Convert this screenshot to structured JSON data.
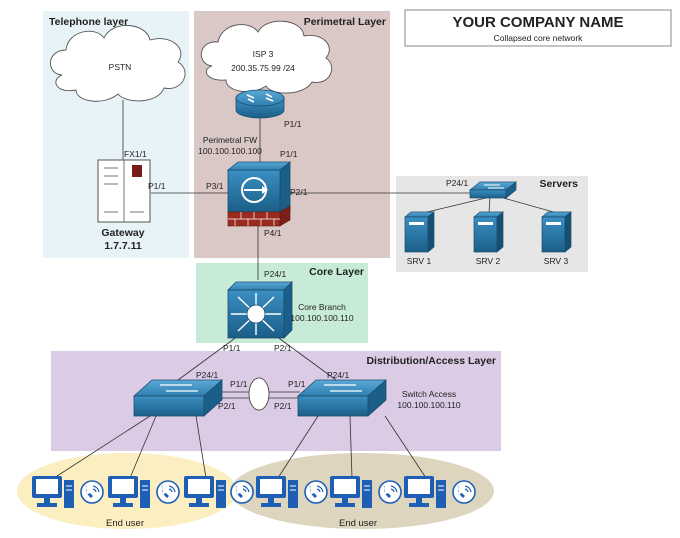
{
  "company": {
    "name": "YOUR COMPANY NAME",
    "subtitle": "Collapsed core network"
  },
  "zones": {
    "telephone": "Telephone layer",
    "perimetral": "Perimetral Layer",
    "core": "Core Layer",
    "distribution": "Distribution/Access Layer",
    "servers": "Servers"
  },
  "pstn": {
    "label": "PSTN"
  },
  "isp": {
    "name": "ISP 3",
    "address": "200.35.75.99 /24"
  },
  "firewall": {
    "name": "Perimetral FW",
    "address": "100.100.100.100"
  },
  "gateway": {
    "name": "Gateway",
    "address": "1.7.7.11"
  },
  "core_switch": {
    "name": "Core Branch",
    "address": "100.100.100.110"
  },
  "access_switch": {
    "name": "Switch Access",
    "address": "100.100.100.110"
  },
  "servers": [
    "SRV 1",
    "SRV 2",
    "SRV 3"
  ],
  "end_users": [
    "End user",
    "End user"
  ],
  "ports": {
    "gateway_fx": "FX1/1",
    "gateway_p1": "P1/1",
    "router_p1": "P1/1",
    "fw_p1": "P1/1",
    "fw_p3": "P3/1",
    "fw_p2": "P2/1",
    "fw_p4": "P4/1",
    "srv_switch_p24": "P24/1",
    "core_p24": "P24/1",
    "core_p1": "P1/1",
    "core_p2": "P2/1",
    "sw1_p24": "P24/1",
    "sw1_p1": "P1/1",
    "sw1_p2": "P2/1",
    "sw2_p1": "P1/1",
    "sw2_p24": "P24/1",
    "sw2_p2": "P2/1"
  },
  "colors": {
    "telephone_zone": "#e8f3f8",
    "perimetral_zone": "#d9c8c6",
    "core_zone": "#c7ebd6",
    "distribution_zone": "#dccbe4",
    "servers_zone": "#e6e6e6",
    "device_blue": "#1f6f9e",
    "pc_blue": "#1e5fb5",
    "left_group": "#fbeec0",
    "right_group": "#ddd5be"
  }
}
